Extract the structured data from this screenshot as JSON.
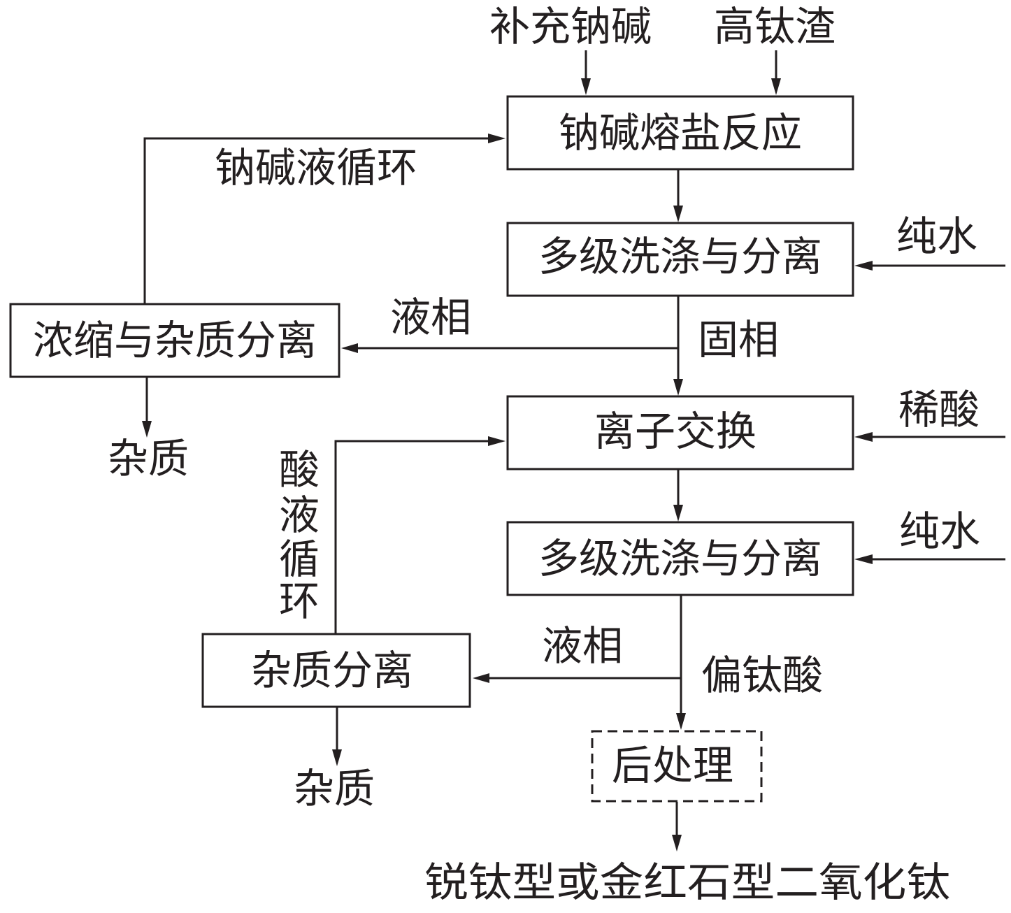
{
  "boxes": {
    "reaction": "钠碱熔盐反应",
    "wash1": "多级洗涤与分离",
    "concentrate": "浓缩与杂质分离",
    "ion_exchange": "离子交换",
    "wash2": "多级洗涤与分离",
    "impurity_sep": "杂质分离",
    "post_treat": "后处理"
  },
  "inputs": {
    "soda_supplement": "补充钠碱",
    "high_ti_slag": "高钛渣",
    "pure_water_1": "纯水",
    "dilute_acid": "稀酸",
    "pure_water_2": "纯水"
  },
  "labels": {
    "soda_recycle": "钠碱液循环",
    "liquid_phase_1": "液相",
    "solid_phase": "固相",
    "impurity_1": "杂质",
    "acid_recycle": [
      "酸",
      "液",
      "循",
      "环"
    ],
    "liquid_phase_2": "液相",
    "metatitanic_acid": "偏钛酸",
    "impurity_2": "杂质",
    "product": "锐钛型或金红石型二氧化钛"
  }
}
